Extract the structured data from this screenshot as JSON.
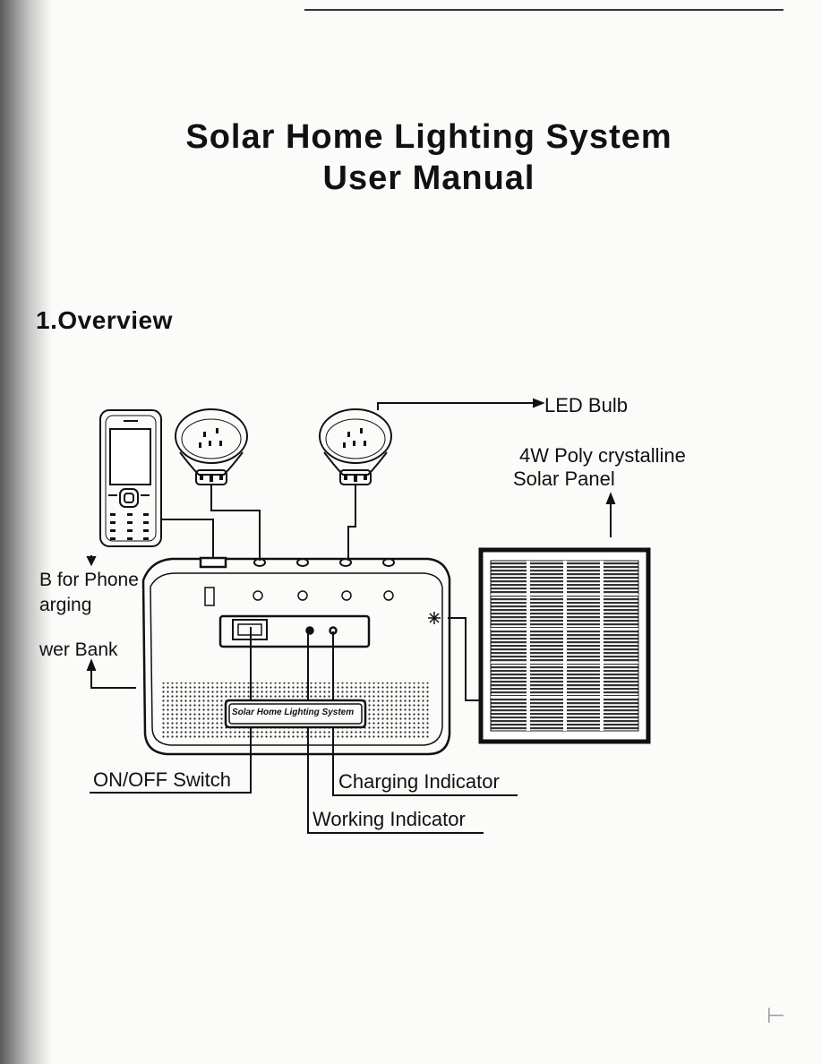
{
  "document": {
    "title_line1": "Solar  Home Lighting System",
    "title_line2": "User Manual",
    "section_heading": "1.Overview"
  },
  "diagram": {
    "labels": {
      "led_bulb": "LED Bulb",
      "solar_panel_line1": "4W Poly crystalline",
      "solar_panel_line2": "Solar Panel",
      "usb_line1": "B for Phone",
      "usb_line2": "arging",
      "power_bank": "wer Bank",
      "on_off_switch": "ON/OFF Switch",
      "charging_indicator": "Charging Indicator",
      "working_indicator": "Working Indicator",
      "device_brand": "Solar Home Lighting System"
    }
  }
}
